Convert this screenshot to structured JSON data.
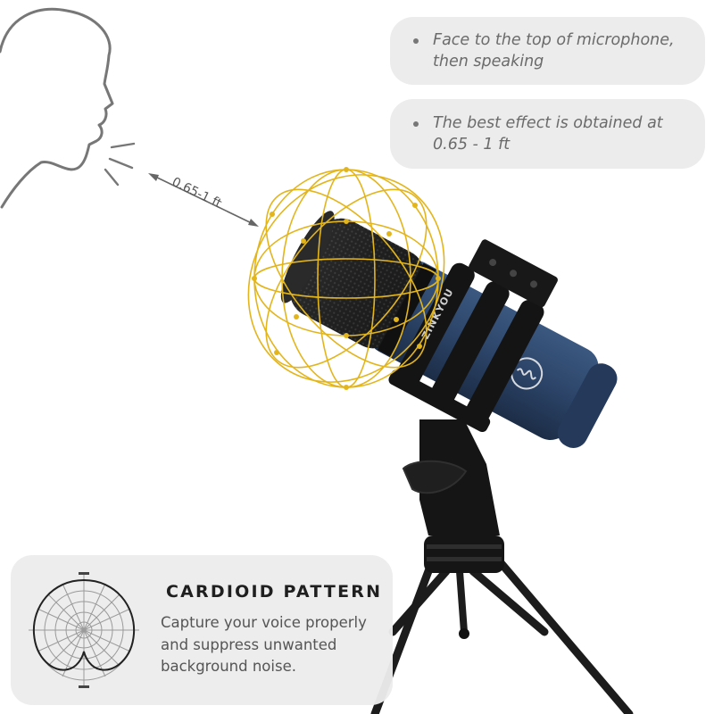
{
  "tips": [
    {
      "text": "Face to the top of microphone, then speaking"
    },
    {
      "text": "The best effect is obtained at 0.65 - 1 ft"
    }
  ],
  "distance_label": "0.65-1 ft",
  "brand_text": "ZINKYOU",
  "pattern_card": {
    "title": "CARDIOID PATTERN",
    "description": "Capture your voice properly and suppress unwanted background noise."
  },
  "colors": {
    "pickup_sphere": "#e3b51d",
    "mic_body": "#2c4468",
    "card_background": "#ececec",
    "tip_background": "#ececec"
  },
  "icons": [
    "head-silhouette-icon",
    "sound-waves-icon",
    "logo-icon",
    "cardioid-polar-diagram"
  ]
}
